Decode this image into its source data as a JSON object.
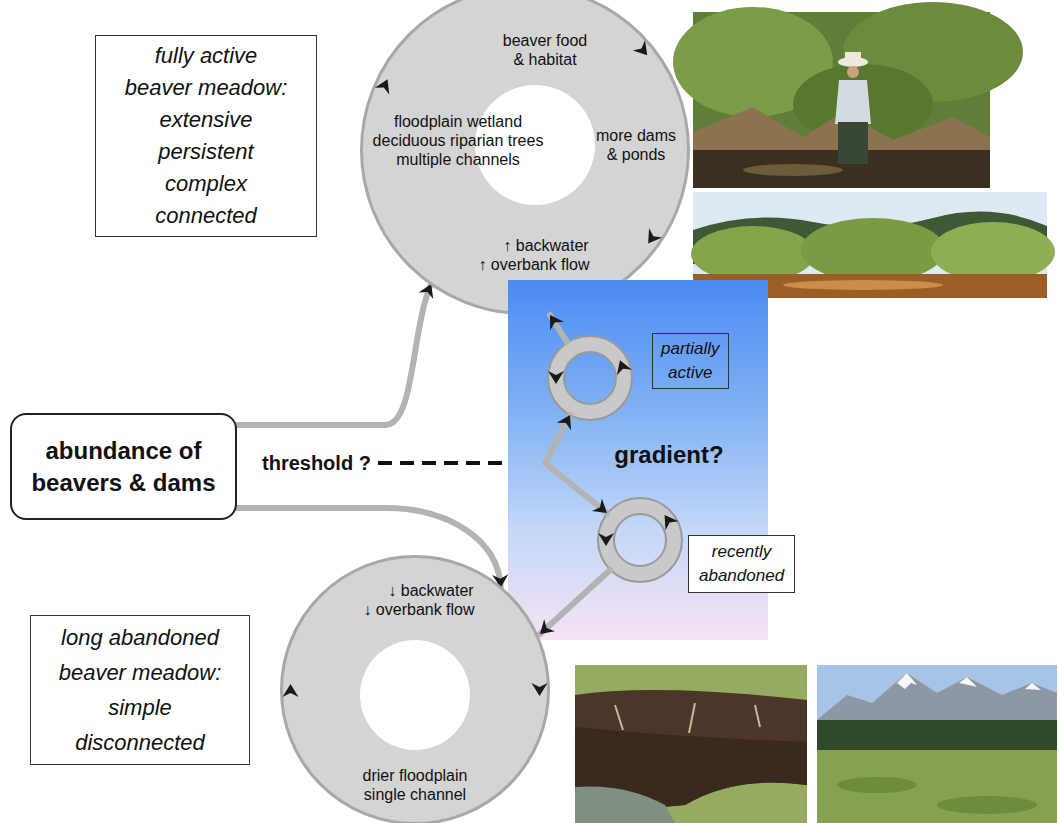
{
  "diagram": {
    "nodes": [
      {
        "text": [
          "fully active beaver meadow:",
          "extensive persistent complex connected"
        ]
      },
      {
        "text": [
          "beaver food & habitat",
          "more dams & ponds",
          "↑ backwater ↑ overbank flow",
          "floodplain wetland deciduous riparian trees multiple channels"
        ]
      },
      {
        "text": [
          "gradient?"
        ]
      },
      {
        "text": [
          "partially active"
        ],
        "in": 2
      },
      {
        "text": [
          "abundance of beavers & dams"
        ]
      },
      {
        "text": [
          "recently abandoned"
        ]
      },
      {
        "text": [
          "long abandoned beaver meadow:",
          "simple disconnected"
        ]
      },
      {
        "text": [
          "↓ backwater ↓ overbank flow",
          "drier floodplain single channel"
        ]
      }
    ],
    "edges": [
      {
        "from": 4,
        "to": 1,
        "arrow": "to"
      },
      {
        "from": 4,
        "to": 7,
        "arrow": "to"
      }
    ],
    "labels": [
      "threshold ?"
    ]
  }
}
